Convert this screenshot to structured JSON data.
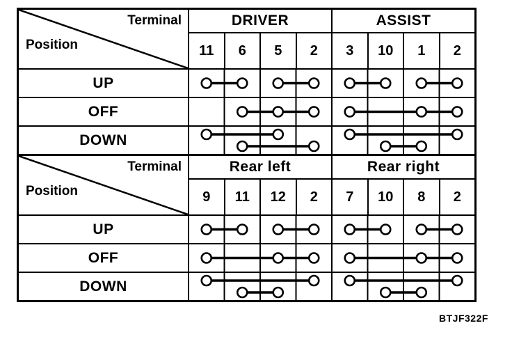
{
  "figure_code": "BTJF322F",
  "colors": {
    "ink": "#000000",
    "paper": "#ffffff"
  },
  "tables": [
    {
      "corner": {
        "terminal_label": "Terminal",
        "position_label": "Position"
      },
      "groups": [
        {
          "name": "DRIVER",
          "terminals": [
            "11",
            "6",
            "5",
            "2"
          ]
        },
        {
          "name": "ASSIST",
          "terminals": [
            "3",
            "10",
            "1",
            "2"
          ]
        }
      ],
      "rows": [
        {
          "label": "UP",
          "cells": [
            {
              "connections": [
                {
                  "terminals": [
                    "11",
                    "6"
                  ],
                  "level": "mid"
                },
                {
                  "terminals": [
                    "5",
                    "2"
                  ],
                  "level": "mid"
                }
              ]
            },
            {
              "connections": [
                {
                  "terminals": [
                    "3",
                    "10"
                  ],
                  "level": "mid"
                },
                {
                  "terminals": [
                    "1",
                    "2"
                  ],
                  "level": "mid"
                }
              ]
            }
          ]
        },
        {
          "label": "OFF",
          "cells": [
            {
              "connections": [
                {
                  "terminals": [
                    "6",
                    "5",
                    "2"
                  ],
                  "level": "mid"
                }
              ]
            },
            {
              "connections": [
                {
                  "terminals": [
                    "3",
                    "1",
                    "2"
                  ],
                  "level": "mid"
                }
              ]
            }
          ]
        },
        {
          "label": "DOWN",
          "cells": [
            {
              "connections": [
                {
                  "terminals": [
                    "11",
                    "5"
                  ],
                  "level": "upper"
                },
                {
                  "terminals": [
                    "6",
                    "2"
                  ],
                  "level": "lower"
                }
              ]
            },
            {
              "connections": [
                {
                  "terminals": [
                    "3",
                    "2"
                  ],
                  "level": "upper"
                },
                {
                  "terminals": [
                    "10",
                    "1"
                  ],
                  "level": "lower"
                }
              ]
            }
          ]
        }
      ]
    },
    {
      "corner": {
        "terminal_label": "Terminal",
        "position_label": "Position"
      },
      "groups": [
        {
          "name": "Rear left",
          "terminals": [
            "9",
            "11",
            "12",
            "2"
          ]
        },
        {
          "name": "Rear right",
          "terminals": [
            "7",
            "10",
            "8",
            "2"
          ]
        }
      ],
      "rows": [
        {
          "label": "UP",
          "cells": [
            {
              "connections": [
                {
                  "terminals": [
                    "9",
                    "11"
                  ],
                  "level": "mid"
                },
                {
                  "terminals": [
                    "12",
                    "2"
                  ],
                  "level": "mid"
                }
              ]
            },
            {
              "connections": [
                {
                  "terminals": [
                    "7",
                    "10"
                  ],
                  "level": "mid"
                },
                {
                  "terminals": [
                    "8",
                    "2"
                  ],
                  "level": "mid"
                }
              ]
            }
          ]
        },
        {
          "label": "OFF",
          "cells": [
            {
              "connections": [
                {
                  "terminals": [
                    "9",
                    "12",
                    "2"
                  ],
                  "level": "mid"
                }
              ]
            },
            {
              "connections": [
                {
                  "terminals": [
                    "7",
                    "8",
                    "2"
                  ],
                  "level": "mid"
                }
              ]
            }
          ]
        },
        {
          "label": "DOWN",
          "cells": [
            {
              "connections": [
                {
                  "terminals": [
                    "9",
                    "2"
                  ],
                  "level": "upper"
                },
                {
                  "terminals": [
                    "11",
                    "12"
                  ],
                  "level": "lower"
                }
              ]
            },
            {
              "connections": [
                {
                  "terminals": [
                    "7",
                    "2"
                  ],
                  "level": "upper"
                },
                {
                  "terminals": [
                    "10",
                    "8"
                  ],
                  "level": "lower"
                }
              ]
            }
          ]
        }
      ]
    }
  ]
}
